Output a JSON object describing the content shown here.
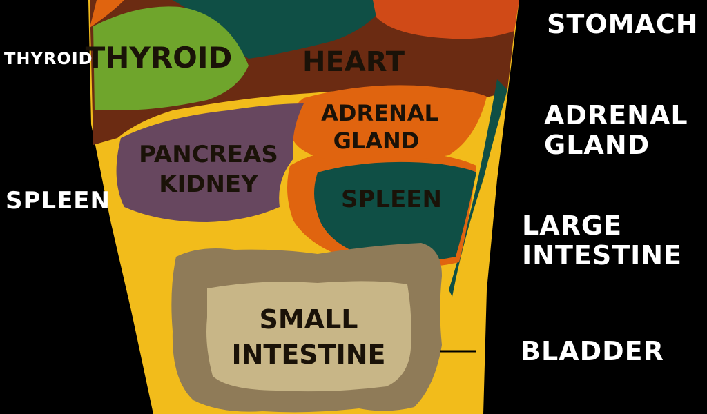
{
  "zones": {
    "thyroid": "THYROID",
    "heart": "HEART",
    "adrenal_gland": [
      "ADRENAL",
      "GLAND"
    ],
    "pancreas_kidney": [
      "PANCREAS",
      "KIDNEY"
    ],
    "spleen": "SPLEEN",
    "small_intestine": [
      "SMALL",
      "INTESTINE"
    ]
  },
  "side_labels": {
    "thyroid": "THYROID",
    "spleen": "SPLEEN",
    "stomach": "STOMACH",
    "adrenal_gland": [
      "ADRENAL",
      "GLAND"
    ],
    "large_intestine": [
      "LARGE",
      "INTESTINE"
    ],
    "bladder": "BLADDER"
  },
  "colors": {
    "background": "#000000",
    "yellow": "#f2bc1b",
    "brown": "#6b2b12",
    "green": "#6fa52c",
    "teal": "#0f4f45",
    "orange": "#e0640f",
    "orange_red": "#d04a17",
    "purple": "#67475f",
    "colon": "#8f7b58",
    "small_intestine": "#c8b687",
    "label_white": "#ffffff",
    "label_dark": "#1a1208"
  }
}
